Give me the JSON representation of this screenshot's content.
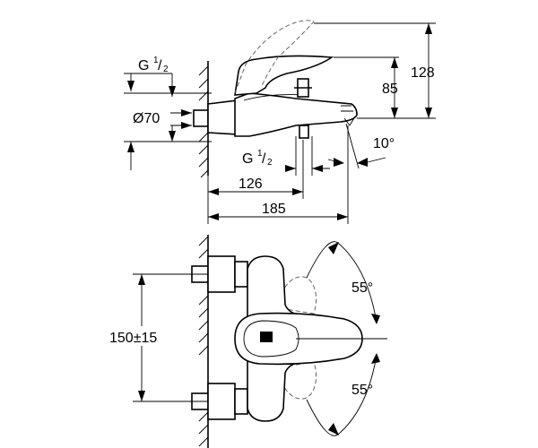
{
  "side_view": {
    "thread_upper": {
      "base": "G",
      "num": "1",
      "den": "2"
    },
    "thread_lower": {
      "base": "G",
      "num": "1",
      "den": "2"
    },
    "diameter": "Ø70",
    "height_total": "128",
    "height_spout": "85",
    "angle": "10°",
    "width_inner": "126",
    "width_total": "185"
  },
  "front_view": {
    "spacing": "150±15",
    "angle_upper": "55°",
    "angle_lower": "55°"
  }
}
